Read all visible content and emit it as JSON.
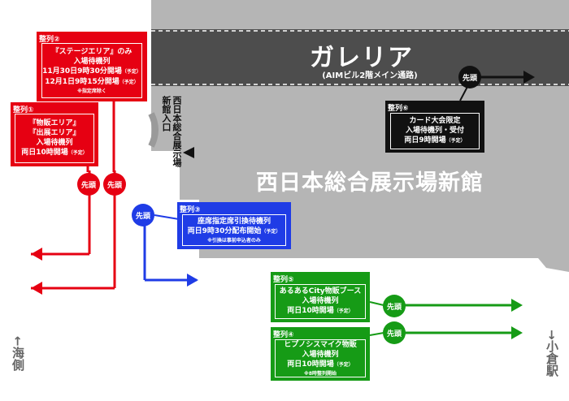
{
  "hall": {
    "name": "西日本総合展示場新館"
  },
  "galleria": {
    "name": "ガレリア",
    "subtitle": "(AIMビル2階メイン通路)"
  },
  "entrance": {
    "label1": "新館入口",
    "label2": "西日本総合展示場"
  },
  "lead_label": "先頭",
  "lines": [
    {
      "tag": "整列②",
      "color": "#e60012",
      "lines": [
        "『ステージエリア』のみ",
        "入場待機列",
        "11月30日9時30分開場",
        "12月1日9時15分開場"
      ],
      "yotei": "（予定）",
      "note": "※指定席除く"
    },
    {
      "tag": "整列①",
      "color": "#e60012",
      "lines": [
        "『物販エリア』",
        "『出展エリア』",
        "入場待機列",
        "両日10時開場"
      ],
      "yotei": "（予定）"
    },
    {
      "tag": "整列③",
      "color": "#1f3ce6",
      "lines": [
        "座席指定席引換待機列",
        "両日9時30分配布開始"
      ],
      "yotei": "（予定）",
      "note": "※引換は事前申込者のみ"
    },
    {
      "tag": "整列⑥",
      "color": "#111111",
      "lines": [
        "カード大会限定",
        "入場待機列・受付",
        "両日9時開場"
      ],
      "yotei": "（予定）"
    },
    {
      "tag": "整列⑤",
      "color": "#169b16",
      "lines": [
        "あるあるCity物販ブース",
        "入場待機列",
        "両日10時開場"
      ],
      "yotei": "（予定）"
    },
    {
      "tag": "整列④",
      "color": "#169b16",
      "lines": [
        "ヒプノシスマイク物販",
        "入場待機列",
        "両日10時開場"
      ],
      "yotei": "（予定）",
      "note": "※8時整列開始"
    }
  ],
  "directions": {
    "left": "←海側",
    "right": "→小倉駅"
  }
}
